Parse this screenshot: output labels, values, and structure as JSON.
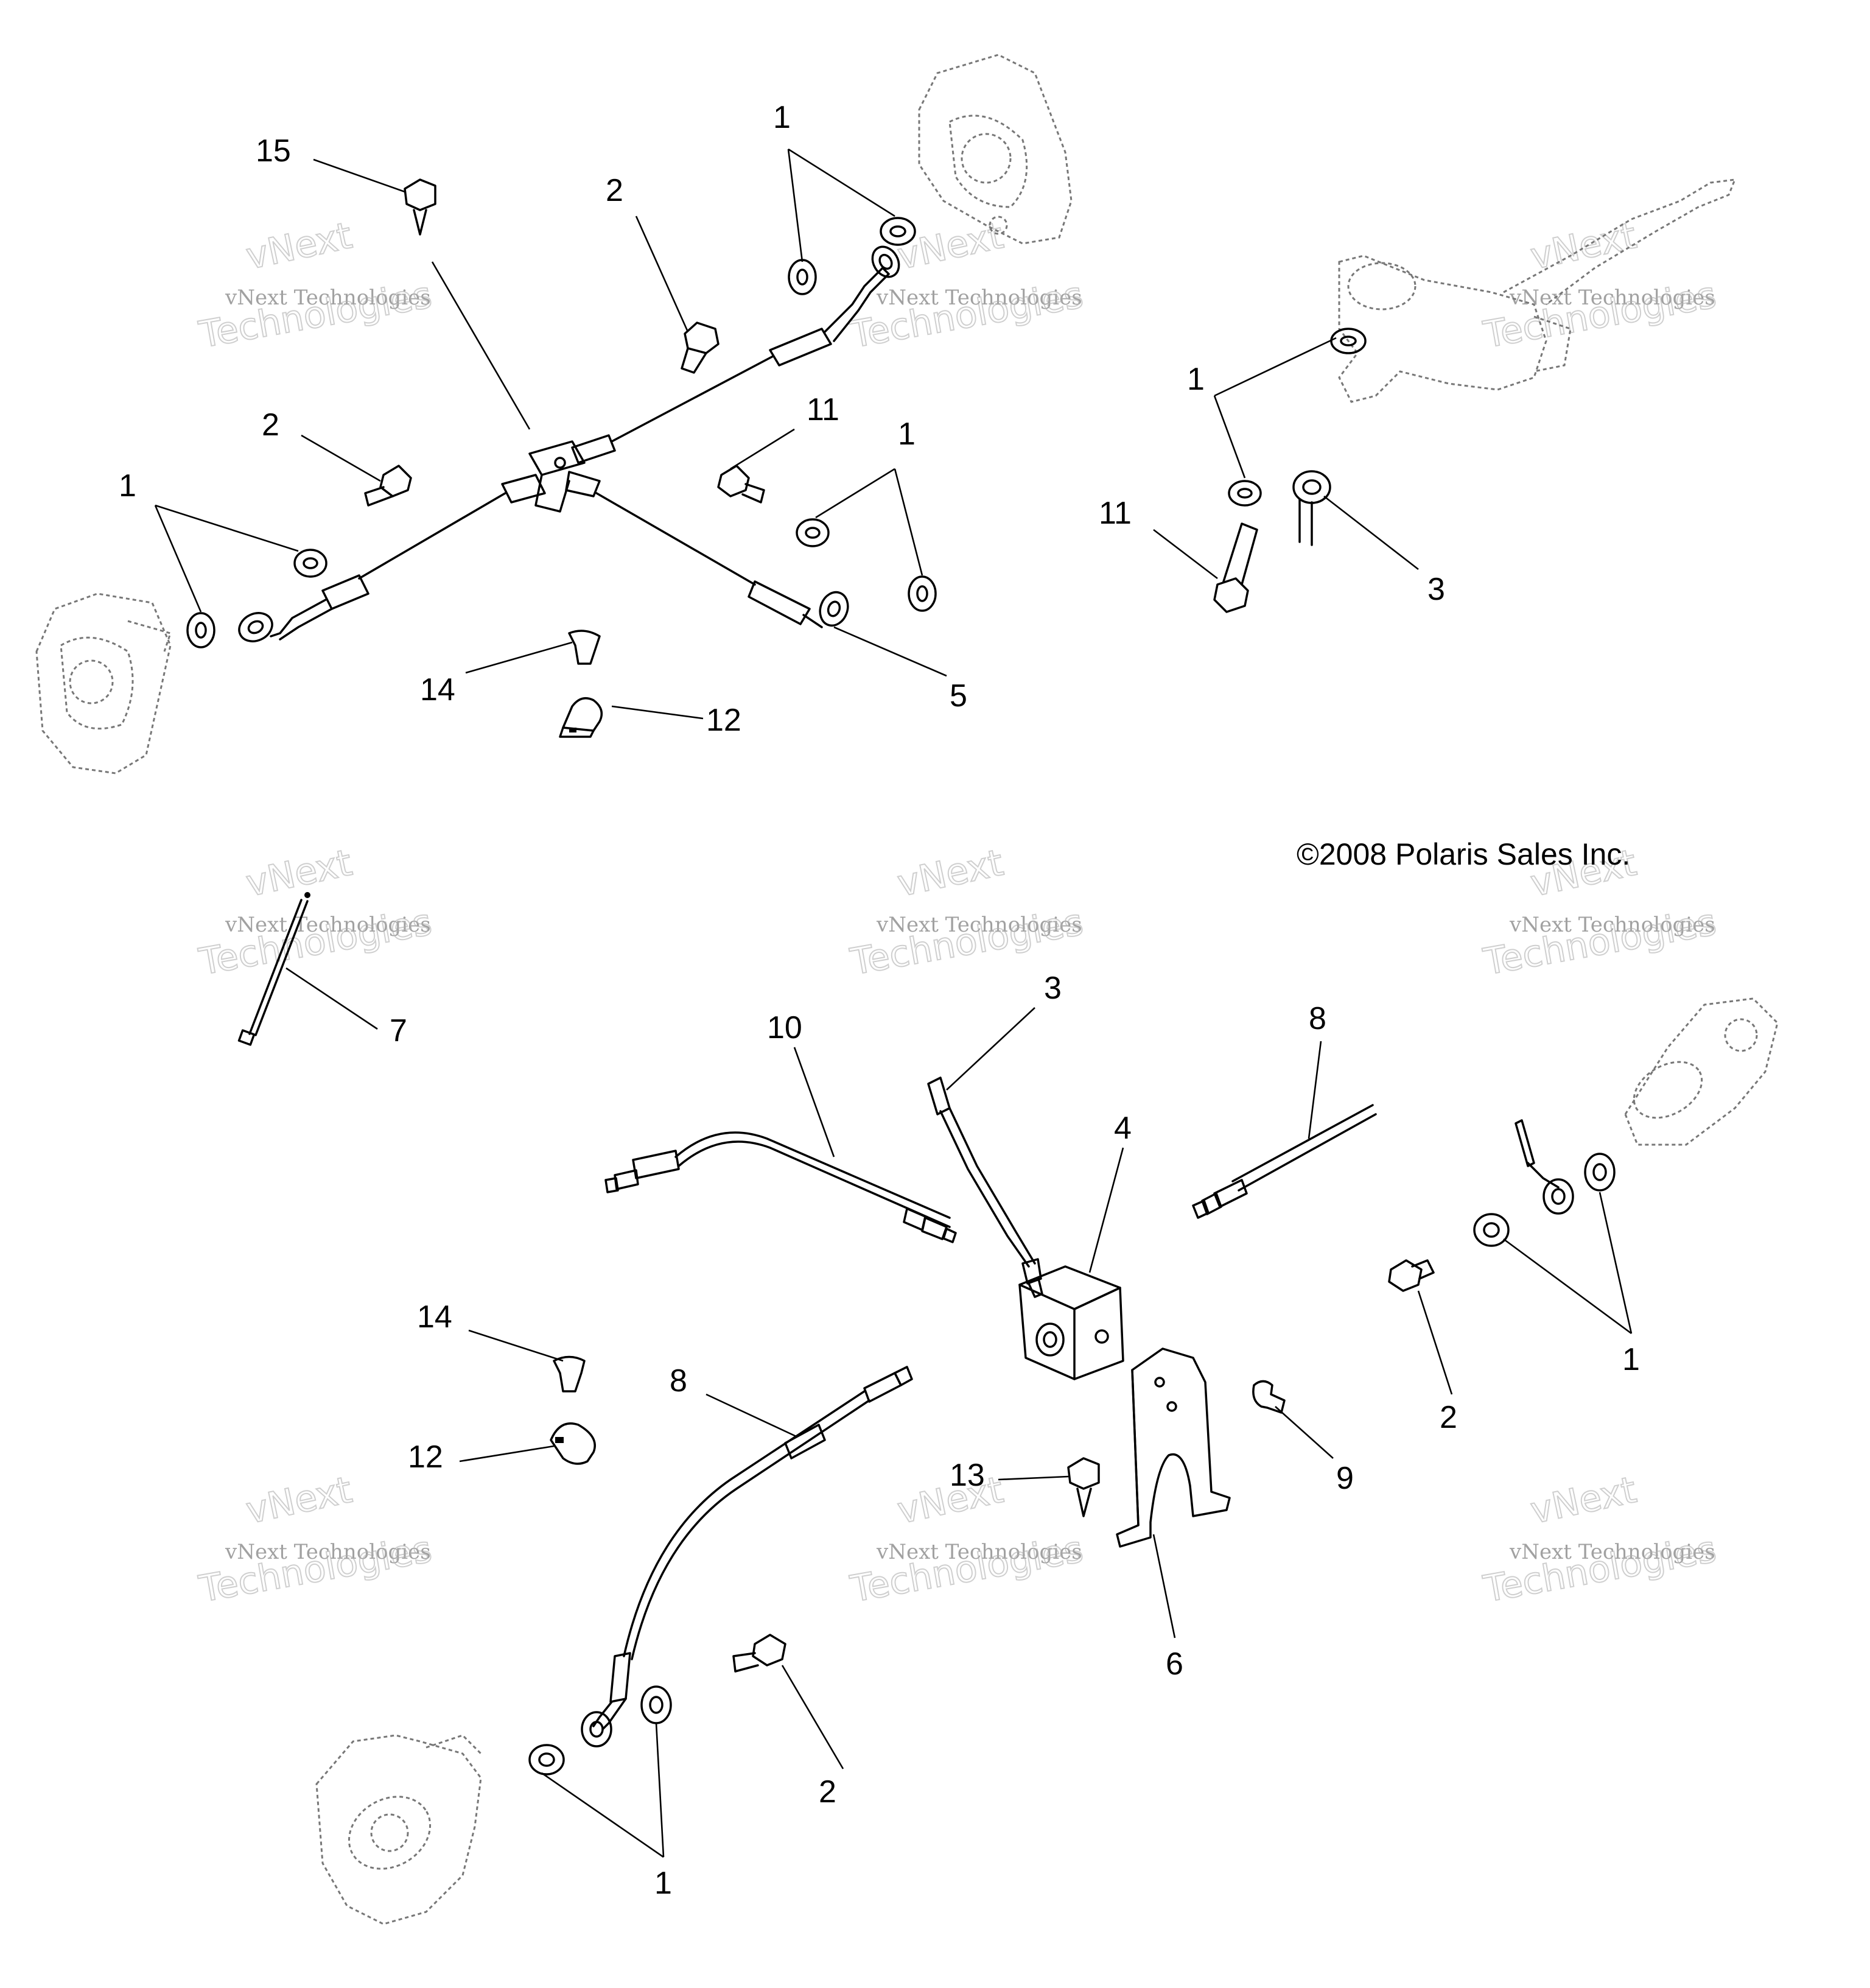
{
  "copyright": "©2008 Polaris Sales Inc.",
  "watermark": {
    "line1": "vNext",
    "line2": "vNext Technologies",
    "line3": "Technologies"
  },
  "callouts": {
    "c15": "15",
    "c2a": "2",
    "c1a": "1",
    "c2b": "2",
    "c1b": "1",
    "c11a": "11",
    "c1c": "1",
    "c14a": "14",
    "c12a": "12",
    "c5": "5",
    "c1d": "1",
    "c11b": "11",
    "c3a": "3",
    "c7": "7",
    "c10": "10",
    "c3b": "3",
    "c8a": "8",
    "c4": "4",
    "c14b": "14",
    "c12b": "12",
    "c8b": "8",
    "c13": "13",
    "c9": "9",
    "c6": "6",
    "c2c": "2",
    "c1e": "1",
    "c2d": "2",
    "c1f": "1"
  }
}
